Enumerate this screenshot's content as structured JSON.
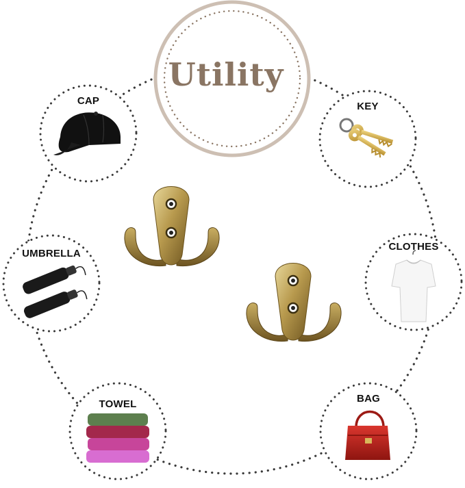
{
  "title": "Utility",
  "items": [
    {
      "id": "cap",
      "label": "CAP",
      "icon": "cap-icon"
    },
    {
      "id": "key",
      "label": "KEY",
      "icon": "key-icon"
    },
    {
      "id": "umbrella",
      "label": "UMBRELLA",
      "icon": "umbrella-icon"
    },
    {
      "id": "clothes",
      "label": "CLOTHES",
      "icon": "tshirt-icon"
    },
    {
      "id": "towel",
      "label": "TOWEL",
      "icon": "towel-icon"
    },
    {
      "id": "bag",
      "label": "BAG",
      "icon": "handbag-icon"
    }
  ],
  "colors": {
    "title": "#8a7563",
    "title_ring": "#cdbfb3",
    "dots": "#3a3a3a",
    "brass": "#b89a4e"
  }
}
